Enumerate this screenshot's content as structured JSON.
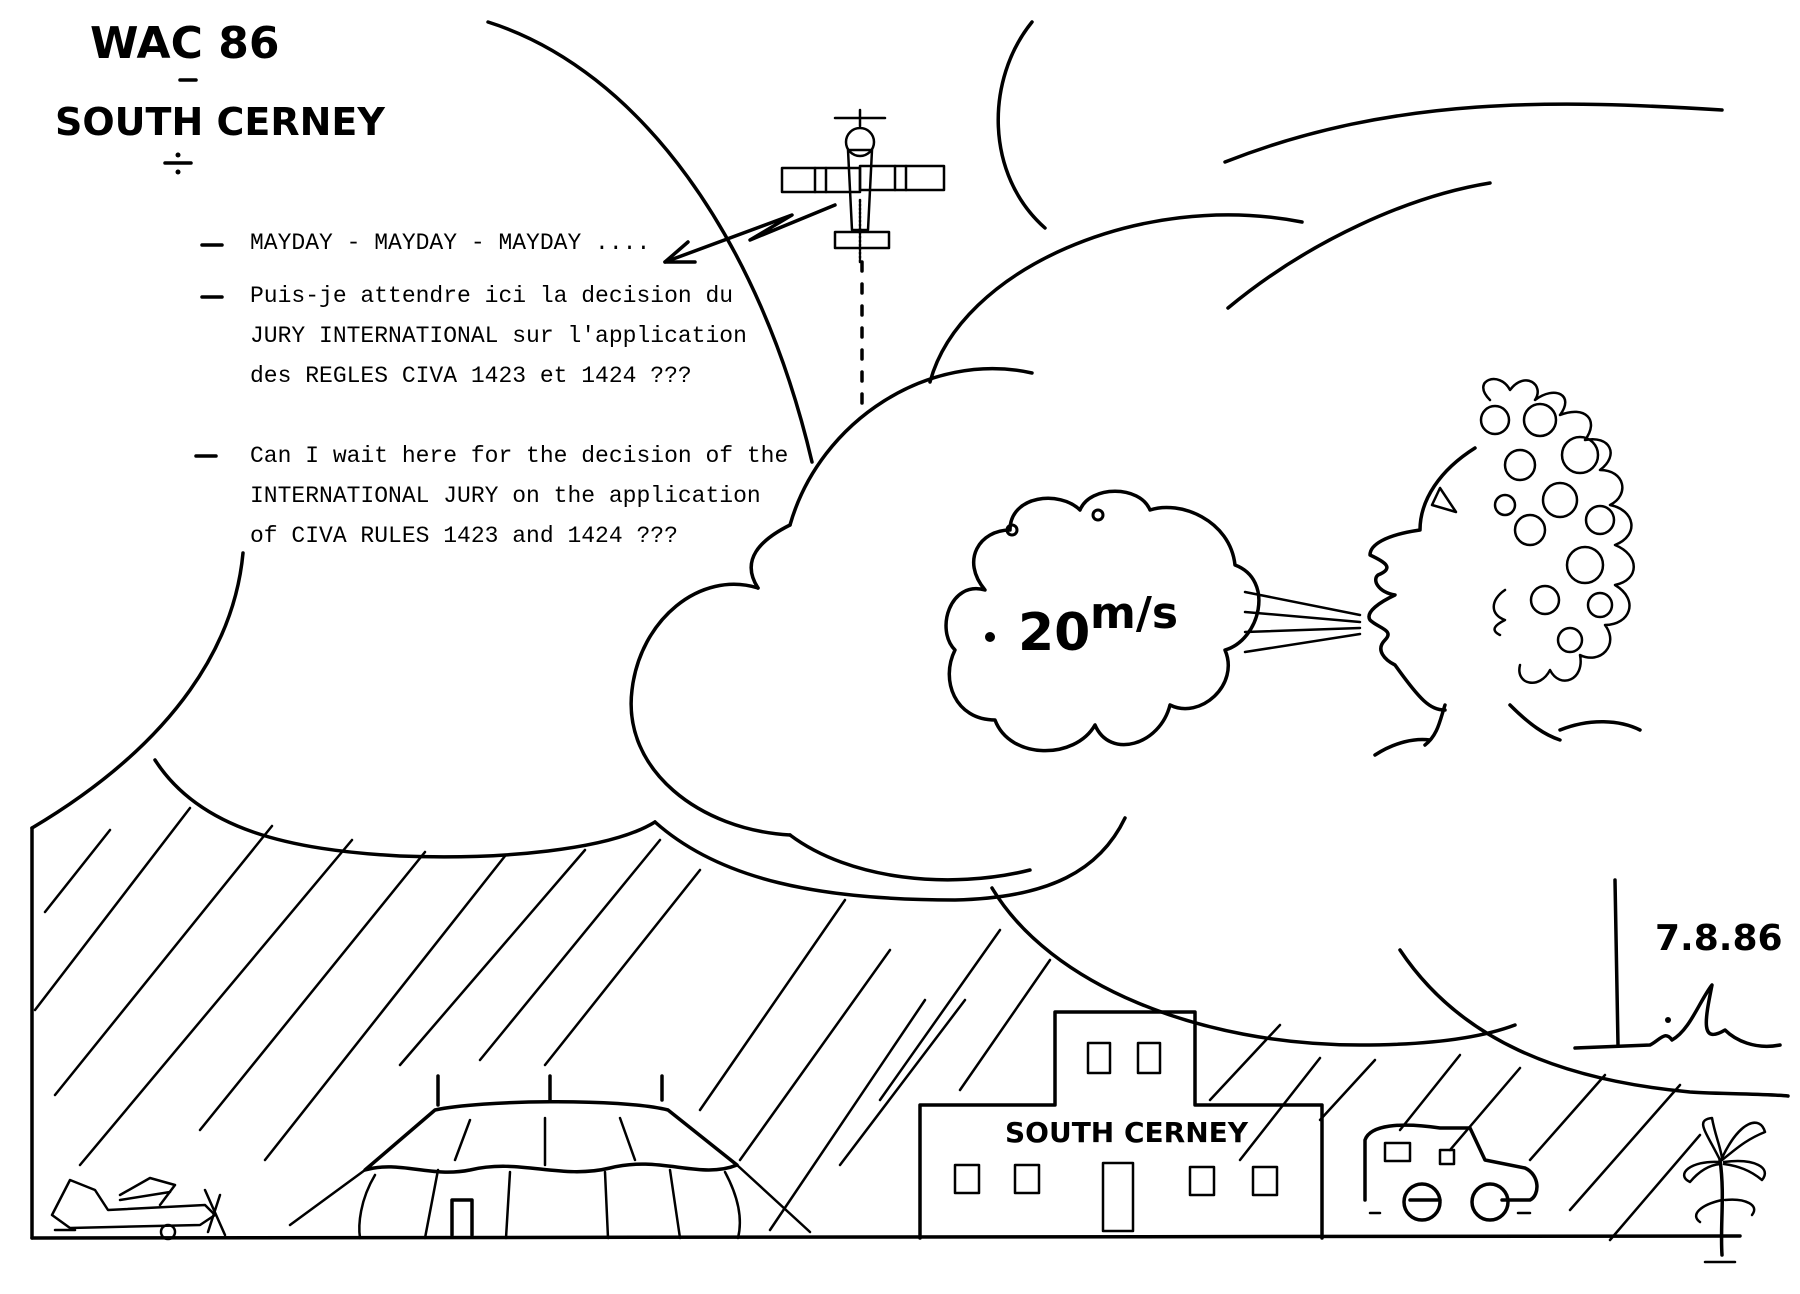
{
  "header": {
    "title_line1": "WAC 86",
    "title_line2": "SOUTH CERNEY"
  },
  "messages": [
    {
      "text": "MAYDAY - MAYDAY - MAYDAY ...."
    },
    {
      "lines": [
        "Puis-je attendre ici la decision du",
        "JURY INTERNATIONAL sur l'application",
        "des REGLES CIVA 1423 et 1424 ???"
      ]
    },
    {
      "lines": [
        "Can I wait here for the decision of the",
        "INTERNATIONAL JURY on the application",
        "of CIVA RULES 1423 and 1424 ???"
      ]
    }
  ],
  "wind": {
    "value": "20",
    "unit": "m/s"
  },
  "building": {
    "sign": "SOUTH CERNEY"
  },
  "signature": {
    "date": "7.8.86"
  }
}
